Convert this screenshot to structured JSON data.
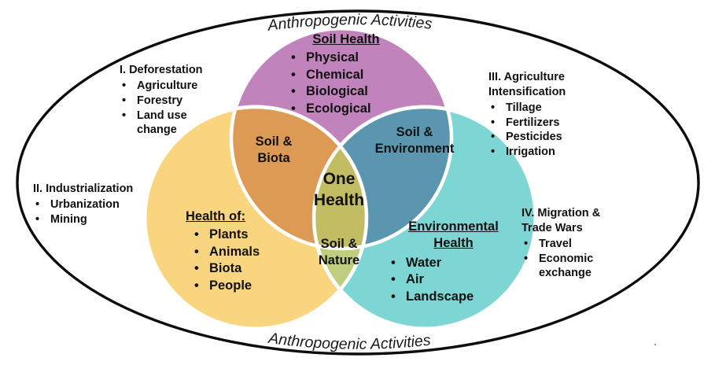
{
  "diagram": {
    "title_top": "Anthropogenic Activities",
    "title_bottom": "Anthropogenic Activities",
    "center_label": "One\nHealth",
    "colors": {
      "soil_health_circle": "#c183bc",
      "health_of_circle": "#fad57f",
      "environmental_health_circle": "#7ed6d4",
      "soil_biota_overlap": "#dd9a54",
      "soil_environment_overlap": "#5b96b0",
      "soil_nature_overlap": "#bfce7e",
      "one_health_overlap": "#c2bd63",
      "outline": "#000000",
      "text": "#111111"
    }
  },
  "circles": {
    "soil_health": {
      "heading": "Soil Health",
      "items": [
        "Physical",
        "Chemical",
        "Biological",
        "Ecological"
      ]
    },
    "health_of": {
      "heading": "Health of:",
      "items": [
        "Plants",
        "Animals",
        "Biota",
        "People"
      ]
    },
    "environmental_health": {
      "heading_line1": "Environmental",
      "heading_line2": "Health",
      "items": [
        "Water",
        "Air",
        "Landscape"
      ]
    }
  },
  "intersections": {
    "soil_biota": "Soil &\nBiota",
    "soil_environment": "Soil &\nEnvironment",
    "soil_nature": "Soil &\nNature",
    "one_health": "One\nHealth"
  },
  "annotations": [
    {
      "id": "deforestation",
      "heading": "I. Deforestation",
      "items": [
        "Agriculture",
        "Forestry",
        "Land use\nchange"
      ]
    },
    {
      "id": "industrialization",
      "heading": "II. Industrialization",
      "items": [
        "Urbanization",
        "Mining"
      ]
    },
    {
      "id": "agriculture-intensification",
      "heading": "III. Agriculture\nIntensification",
      "items": [
        "Tillage",
        "Fertilizers",
        "Pesticides",
        "Irrigation"
      ]
    },
    {
      "id": "migration-trade-wars",
      "heading": "IV. Migration &\nTrade Wars",
      "items": [
        "Travel",
        "Economic\nexchange"
      ]
    }
  ],
  "bullet_glyph": "•"
}
